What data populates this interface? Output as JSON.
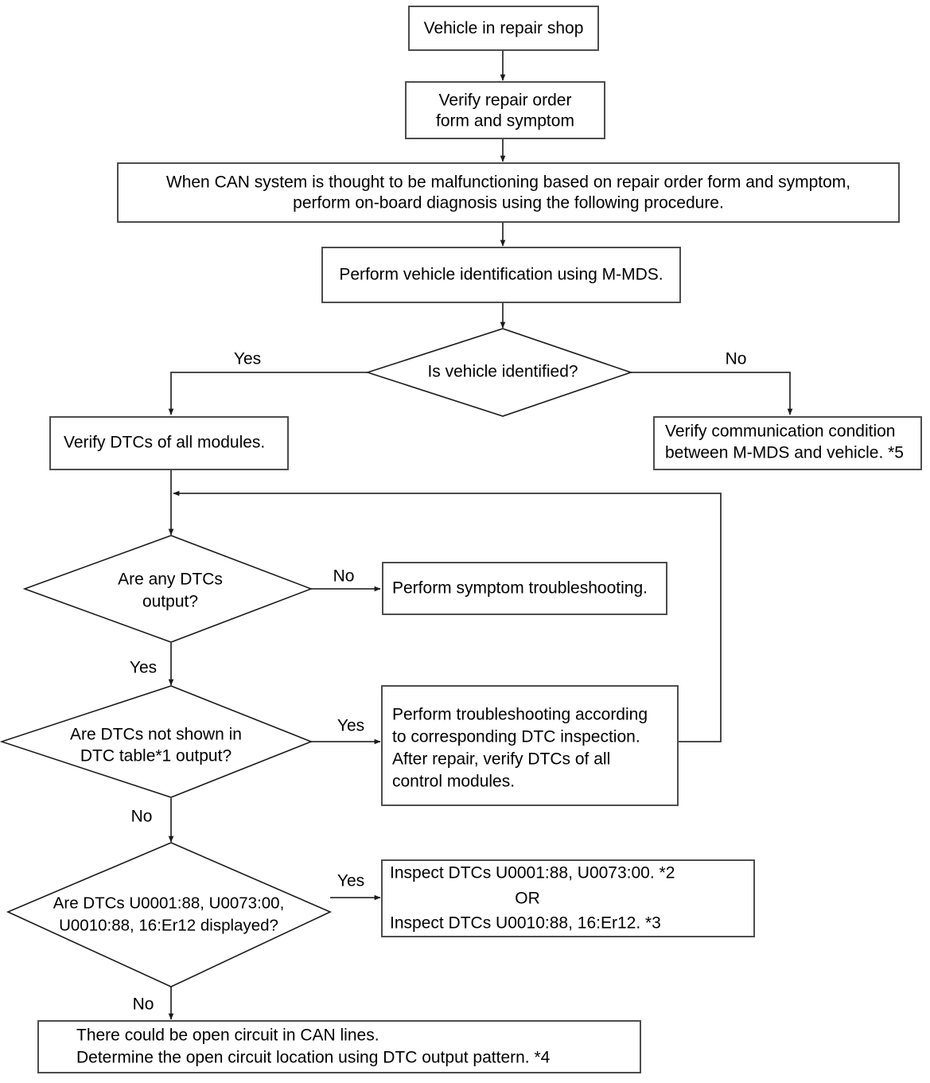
{
  "diagram": {
    "title": "CAN system on-board diagnosis flowchart",
    "colors": {
      "background": "#ffffff",
      "box_stroke": "#4d4d4d",
      "diamond_stroke": "#1a1a1a",
      "connector": "#333333",
      "text": "#000000"
    },
    "nodes": {
      "vehicle_in_shop": {
        "type": "process",
        "lines": [
          "Vehicle in repair shop"
        ]
      },
      "verify_repair_order": {
        "type": "process",
        "lines": [
          "Verify repair order",
          "form and symptom"
        ]
      },
      "can_malfunction_note": {
        "type": "process",
        "lines": [
          "When CAN system is thought to be malfunctioning based on repair order form and symptom,",
          "perform on-board diagnosis using the following procedure."
        ]
      },
      "perform_vehicle_id": {
        "type": "process",
        "lines": [
          "Perform vehicle identification using M-MDS."
        ]
      },
      "is_vehicle_identified": {
        "type": "decision",
        "lines": [
          "Is vehicle identified?"
        ]
      },
      "verify_dtcs_all_modules": {
        "type": "process",
        "lines": [
          "Verify DTCs of all modules."
        ]
      },
      "verify_communication": {
        "type": "process",
        "lines": [
          "Verify communication condition",
          "between M-MDS and vehicle. *5"
        ]
      },
      "are_any_dtcs_output": {
        "type": "decision",
        "lines": [
          "Are any DTCs",
          "output?"
        ]
      },
      "perform_symptom_troubleshooting": {
        "type": "process",
        "lines": [
          "Perform symptom troubleshooting."
        ]
      },
      "are_dtcs_not_in_table": {
        "type": "decision",
        "lines": [
          "Are DTCs not shown in",
          "DTC table*1 output?"
        ]
      },
      "perform_troubleshooting_dtc": {
        "type": "process",
        "lines": [
          "Perform troubleshooting according",
          "to corresponding DTC inspection.",
          "After repair, verify DTCs of all",
          "control modules."
        ]
      },
      "are_specific_dtcs_displayed": {
        "type": "decision",
        "lines": [
          "Are DTCs U0001:88, U0073:00,",
          "U0010:88, 16:Er12 displayed?"
        ]
      },
      "inspect_dtcs": {
        "type": "process",
        "lines": [
          "Inspect DTCs U0001:88, U0073:00.  *2",
          "OR",
          "Inspect DTCs U0010:88, 16:Er12.  *3"
        ]
      },
      "open_circuit_conclusion": {
        "type": "process",
        "lines": [
          "There could be open circuit in CAN lines.",
          "Determine the open circuit location using DTC output pattern.   *4"
        ]
      }
    },
    "edge_labels": {
      "identified_yes": "Yes",
      "identified_no": "No",
      "any_dtcs_no": "No",
      "any_dtcs_yes": "Yes",
      "not_in_table_yes": "Yes",
      "not_in_table_no": "No",
      "specific_dtcs_yes": "Yes",
      "specific_dtcs_no": "No"
    },
    "footnotes": [
      "*1",
      "*2",
      "*3",
      "*4",
      "*5"
    ]
  }
}
